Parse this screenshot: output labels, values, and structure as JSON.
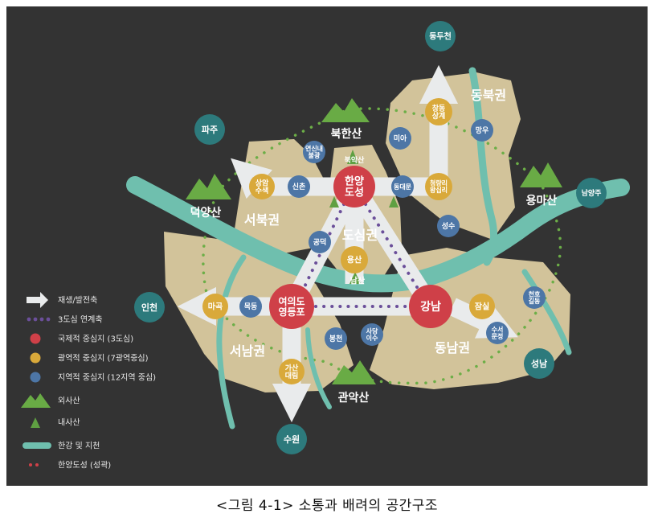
{
  "caption": "<그림 4-1> 소통과 배려의 공간구조",
  "regions": {
    "dongbuk": "동북권",
    "seobuk": "서북권",
    "dosim": "도심권",
    "seonam": "서남권",
    "dongnam": "동남권"
  },
  "mountains_outer": {
    "bukhan": "북한산",
    "deokyang": "덕양산",
    "yongma": "용마산",
    "gwanak": "관악산"
  },
  "mountains_inner": {
    "bugak": "북악산",
    "nam": "남산"
  },
  "international_centers": {
    "hanyang": "한양\n도성",
    "yeouido": "여의도\n영등포",
    "gangnam": "강남"
  },
  "metro_centers": {
    "sangam": "상암\n수색",
    "changdong": "창동\n상계",
    "cheongnyangni": "청량리\n왕십리",
    "yongsan": "용산",
    "mapo": "마곡",
    "jamsil": "잠실",
    "gasan": "가산\n대림"
  },
  "local_centers": {
    "yeonsinnae": "연신내\n불광",
    "sinchon": "신촌",
    "mia": "미아",
    "dongdaemun": "동대문",
    "mangu": "망우",
    "seongsu": "성수",
    "gongdeok": "공덕",
    "mokdong": "목동",
    "bongcheon": "봉천",
    "sadang": "사당\n이수",
    "cheonho": "천호\n길동",
    "suseo": "수서\n문정"
  },
  "outer_cities": {
    "dongducheon": "동두천",
    "paju": "파주",
    "namyangju": "남양주",
    "incheon": "인천",
    "seongnam": "성남",
    "suwon": "수원"
  },
  "legend": [
    {
      "label": "재생/발전축",
      "symbol": "arrow"
    },
    {
      "label": "3도심 연계축",
      "symbol": "dots-purple"
    },
    {
      "label": "국제적 중심지 (3도심)",
      "symbol": "circle-red"
    },
    {
      "label": "광역적 중심지 (7광역중심)",
      "symbol": "circle-gold"
    },
    {
      "label": "지역적 중심지 (12지역 중심)",
      "symbol": "circle-blue"
    },
    {
      "label": "외사산",
      "symbol": "mountain-large"
    },
    {
      "label": "내사산",
      "symbol": "mountain-small"
    },
    {
      "label": "한강 및 지천",
      "symbol": "river"
    },
    {
      "label": "한양도성 (성곽)",
      "symbol": "dots-red"
    }
  ],
  "colors": {
    "background": "#333333",
    "district": "#d2c39a",
    "river": "#6fbfae",
    "axis": "#e9ebec",
    "international": "#cf4048",
    "metro": "#d9a93a",
    "local": "#4d76a6",
    "city": "#2d7a7c",
    "mountain": "#69ab45",
    "greenbelt": "#6cae47",
    "link": "#6b4f9a"
  }
}
